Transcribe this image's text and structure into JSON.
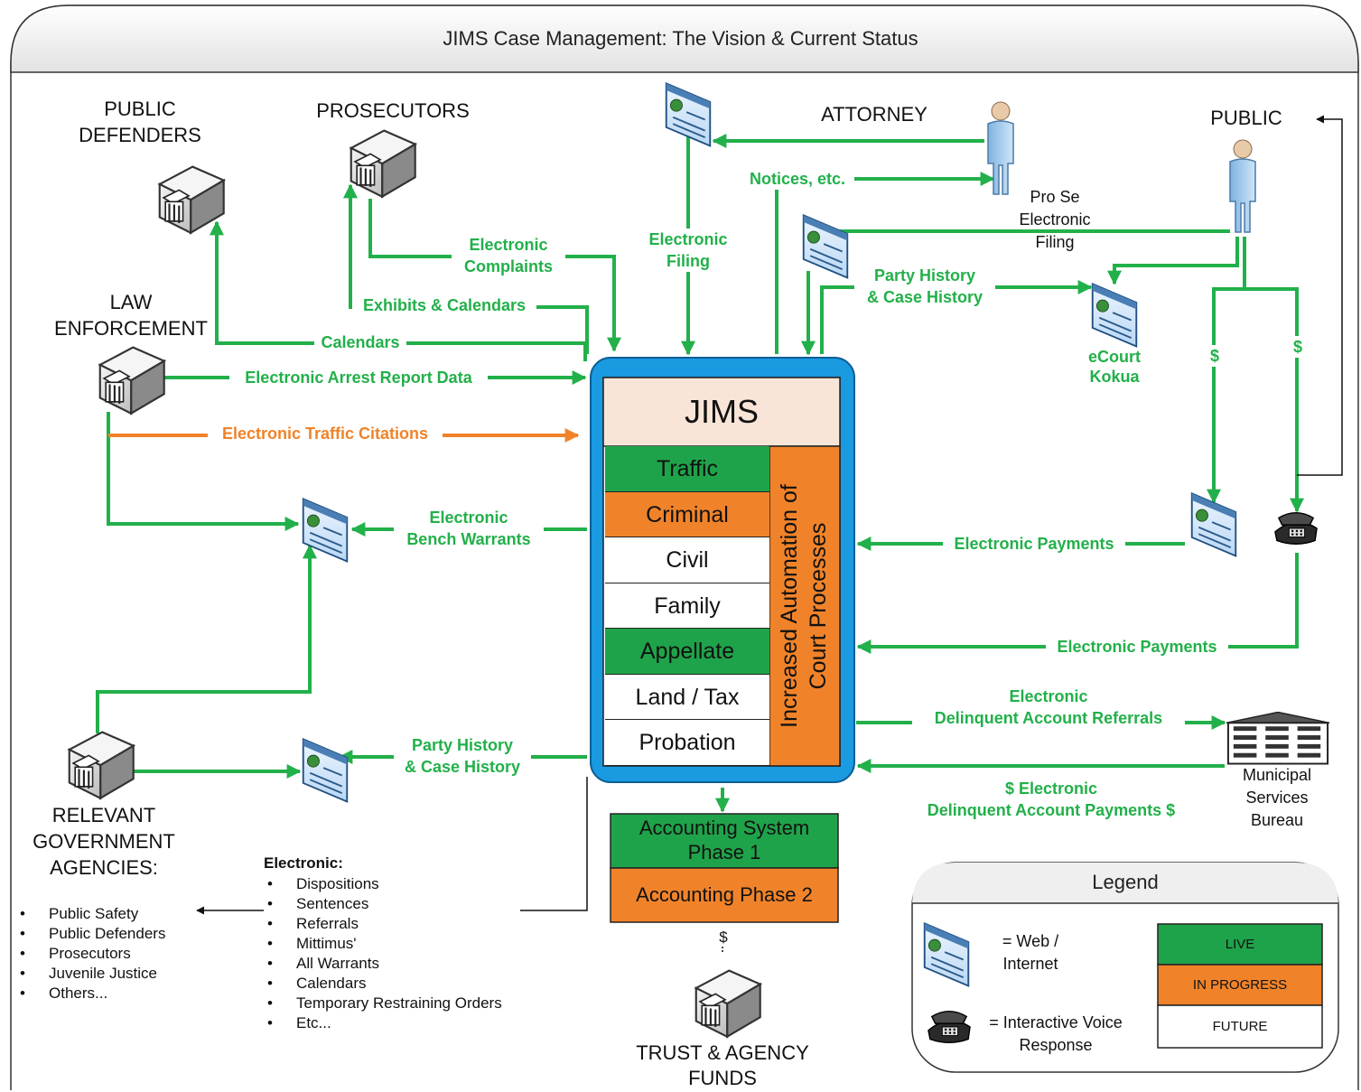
{
  "title": "JIMS Case Management: The Vision & Current Status",
  "colors": {
    "live": "#1fa34a",
    "in_progress": "#f0832a",
    "future": "#ffffff",
    "jims_frame": "#1a9ae0",
    "flow_green": "#22b04a"
  },
  "actors": {
    "public_defenders": "PUBLIC\nDEFENDERS",
    "prosecutors": "PROSECUTORS",
    "law_enforcement": "LAW\nENFORCEMENT",
    "attorney": "ATTORNEY",
    "public": "PUBLIC",
    "pro_se": "Pro Se\nElectronic\nFiling",
    "ecourt": "eCourt\nKokua",
    "municipal": "Municipal\nServices\nBureau",
    "relevant_agencies": "RELEVANT\nGOVERNMENT\nAGENCIES:",
    "trust_funds": "TRUST & AGENCY\nFUNDS"
  },
  "flows": {
    "notices": "Notices, etc.",
    "electronic_filing": "Electronic\nFiling",
    "electronic_complaints": "Electronic\nComplaints",
    "exhibits_calendars": "Exhibits & Calendars",
    "calendars": "Calendars",
    "arrest_report": "Electronic Arrest Report Data",
    "traffic_citations": "Electronic Traffic Citations",
    "bench_warrants": "Electronic\nBench Warrants",
    "party_history_top": "Party History\n& Case History",
    "party_history_bottom": "Party History\n& Case History",
    "payments_1": "Electronic Payments",
    "payments_2": "Electronic Payments",
    "delinquent_referrals": "Electronic\nDelinquent Account Referrals",
    "delinquent_payments": "$ Electronic\nDelinquent Account Payments $",
    "dollar_1": "$",
    "dollar_2": "$",
    "dollar_trust": "$"
  },
  "jims": {
    "title": "JIMS",
    "modules": [
      {
        "label": "Traffic",
        "status": "live"
      },
      {
        "label": "Criminal",
        "status": "in_progress"
      },
      {
        "label": "Civil",
        "status": "future"
      },
      {
        "label": "Family",
        "status": "future"
      },
      {
        "label": "Appellate",
        "status": "live"
      },
      {
        "label": "Land / Tax",
        "status": "future"
      },
      {
        "label": "Probation",
        "status": "future"
      }
    ],
    "side_label": "Increased Automation of\nCourt Processes"
  },
  "accounting": {
    "phase1": "Accounting System\nPhase 1",
    "phase2": "Accounting Phase 2"
  },
  "agencies_list": [
    "Public Safety",
    "Public Defenders",
    "Prosecutors",
    "Juvenile Justice",
    "Others..."
  ],
  "electronic_list": {
    "heading": "Electronic:",
    "items": [
      "Dispositions",
      "Sentences",
      "Referrals",
      "Mittimus'",
      "All Warrants",
      "Calendars",
      "Temporary Restraining Orders",
      "Etc..."
    ]
  },
  "legend": {
    "title": "Legend",
    "web": "= Web /\nInternet",
    "ivr": "= Interactive Voice\nResponse",
    "live": "LIVE",
    "in_progress": "IN PROGRESS",
    "future": "FUTURE"
  },
  "icons": [
    "courthouse-server-icon",
    "web-page-icon",
    "person-icon",
    "telephone-icon",
    "office-building-icon"
  ]
}
